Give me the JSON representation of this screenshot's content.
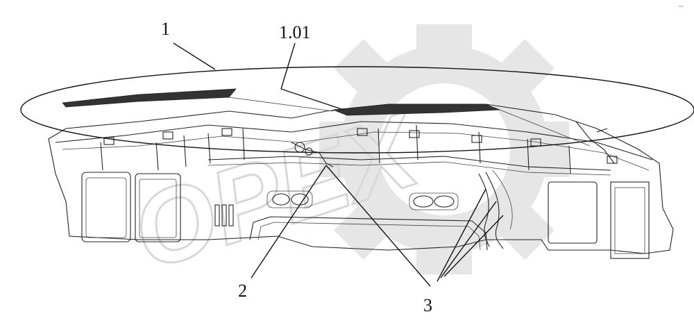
{
  "callouts": {
    "c1": "1",
    "c101": "1.01",
    "c2": "2",
    "c3": "3"
  },
  "watermark": {
    "text": "ОРЕХ",
    "gear_color": "#e6e6e6"
  },
  "corner_mark": "--"
}
